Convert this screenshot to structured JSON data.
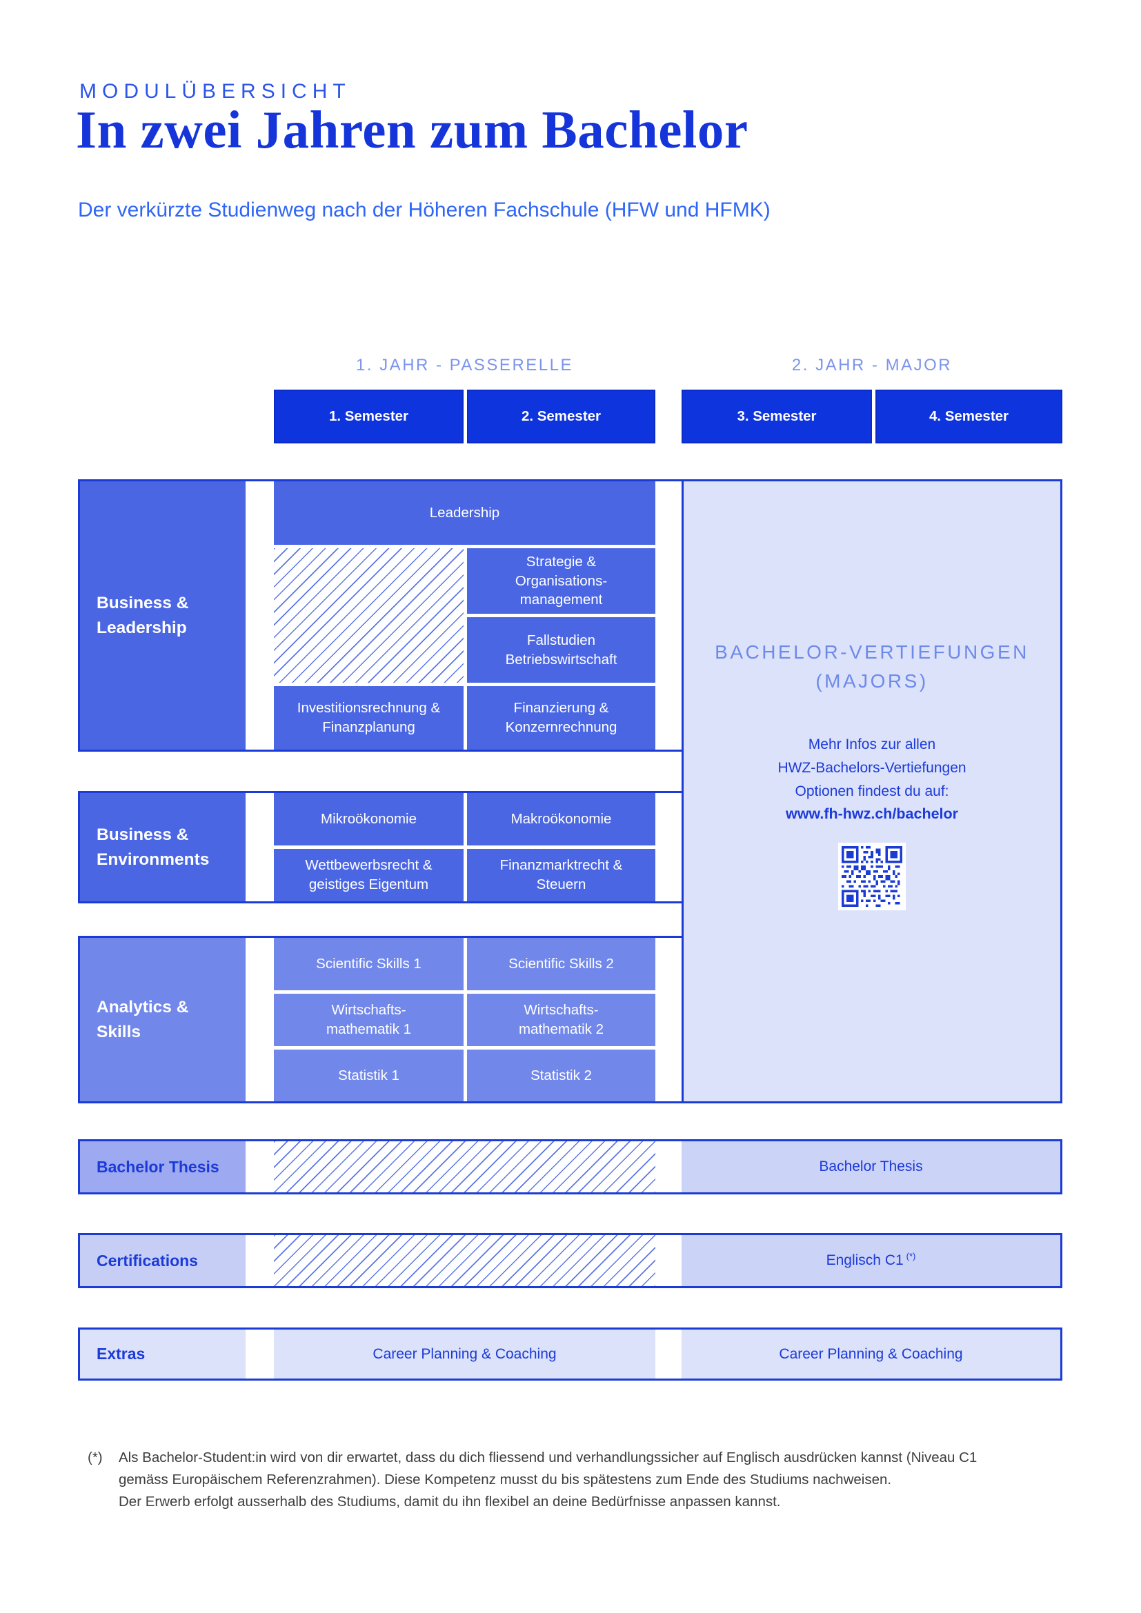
{
  "header": {
    "eyebrow": "MODULÜBERSICHT",
    "title": "In zwei Jahren zum Bachelor",
    "subtitle": "Der verkürzte Studienweg nach der Höheren Fachschule (HFW und HFMK)"
  },
  "timeline": {
    "year1_label": "1. JAHR - PASSERELLE",
    "year2_label": "2. JAHR - MAJOR",
    "semesters": [
      "1. Semester",
      "2. Semester",
      "3. Semester",
      "4. Semester"
    ]
  },
  "sections": {
    "business_leadership": {
      "label": "Business &\nLeadership",
      "leadership": "Leadership",
      "strategie": "Strategie &\nOrganisations-\nmanagement",
      "fallstudien": "Fallstudien\nBetriebswirtschaft",
      "investition": "Investitionsrechnung &\nFinanzplanung",
      "finanzierung": "Finanzierung &\nKonzernrechnung"
    },
    "business_environments": {
      "label": "Business &\nEnvironments",
      "mikro": "Mikroökonomie",
      "makro": "Makroökonomie",
      "wettbewerb": "Wettbewerbsrecht &\ngeistiges Eigentum",
      "finanzmarkt": "Finanzmarktrecht &\nSteuern"
    },
    "analytics_skills": {
      "label": "Analytics &\nSkills",
      "scientific1": "Scientific Skills 1",
      "scientific2": "Scientific Skills 2",
      "mathematik1": "Wirtschafts-\nmathematik 1",
      "mathematik2": "Wirtschafts-\nmathematik 2",
      "statistik1": "Statistik 1",
      "statistik2": "Statistik 2"
    }
  },
  "majors_panel": {
    "title": "BACHELOR-VERTIEFUNGEN\n(MAJORS)",
    "info": "Mehr Infos zur allen\nHWZ-Bachelors-Vertiefungen\nOptionen findest du auf:",
    "url": "www.fh-hwz.ch/bachelor"
  },
  "rows": {
    "thesis": {
      "label": "Bachelor Thesis",
      "value": "Bachelor Thesis"
    },
    "certifications": {
      "label": "Certifications",
      "value": "Englisch C1",
      "note": "(*)"
    },
    "extras": {
      "label": "Extras",
      "value_year1": "Career Planning & Coaching",
      "value_year2": "Career Planning & Coaching"
    }
  },
  "footnote": {
    "marker": "(*)",
    "text": "Als Bachelor-Student:in wird von dir erwartet, dass du dich fliessend und verhandlungssicher auf Englisch ausdrücken kannst (Niveau C1\ngemäss Europäischem Referenzrahmen). Diese Kompetenz musst du bis spätestens zum Ende des Studiums nachweisen.\nDer Erwerb erfolgt ausserhalb des Studiums, damit du ihn flexibel an deine Bedürfnisse anpassen kannst."
  },
  "colors": {
    "semester_header": "#0E34DE",
    "module_medium_blue": "#4A66E3",
    "module_light_blue": "#7187EA",
    "thesis_label": "#9DA9F0",
    "cert_label": "#C6CEF6",
    "lavender_panel": "#DCE2FA",
    "border_blue": "#1B3BD6",
    "text_dark_blue": "#1C3AD8",
    "title_blue": "#1534DA"
  }
}
